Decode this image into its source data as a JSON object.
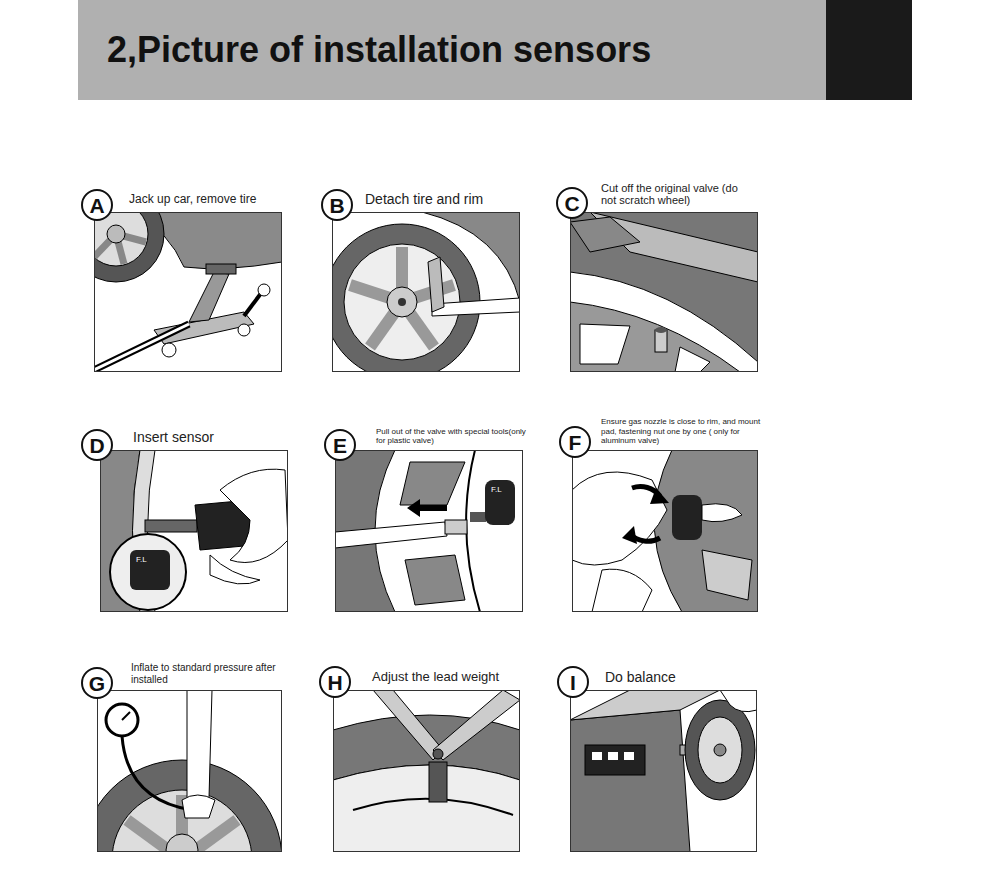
{
  "diagram": {
    "title": "2,Picture of installation sensors",
    "nodes": [
      {
        "text": [
          "A"
        ]
      },
      {
        "text": [
          "Jack up car, remove tire"
        ]
      },
      {
        "text": [
          "B"
        ]
      },
      {
        "text": [
          "Detach tire and rim"
        ]
      },
      {
        "text": [
          "C"
        ]
      },
      {
        "text": [
          "Cut off the original valve (do not scratch wheel)"
        ]
      },
      {
        "text": [
          "D"
        ]
      },
      {
        "text": [
          "Insert sensor"
        ]
      },
      {
        "text": [
          "E"
        ]
      },
      {
        "text": [
          "Pull out of the valve with special tools(only for plastic valve)"
        ]
      },
      {
        "text": [
          "F"
        ]
      },
      {
        "text": [
          "Ensure gas nozzle is close to rim, and mount pad, fastening nut one by one ( only for aluminum valve)"
        ]
      },
      {
        "text": [
          "G"
        ]
      },
      {
        "text": [
          "Inflate to standard pressure after installed"
        ]
      },
      {
        "text": [
          "H"
        ]
      },
      {
        "text": [
          "Adjust the lead weight"
        ]
      },
      {
        "text": [
          "I"
        ]
      },
      {
        "text": [
          "Do balance"
        ]
      }
    ],
    "labels": [
      "F.L",
      "F.L"
    ]
  }
}
